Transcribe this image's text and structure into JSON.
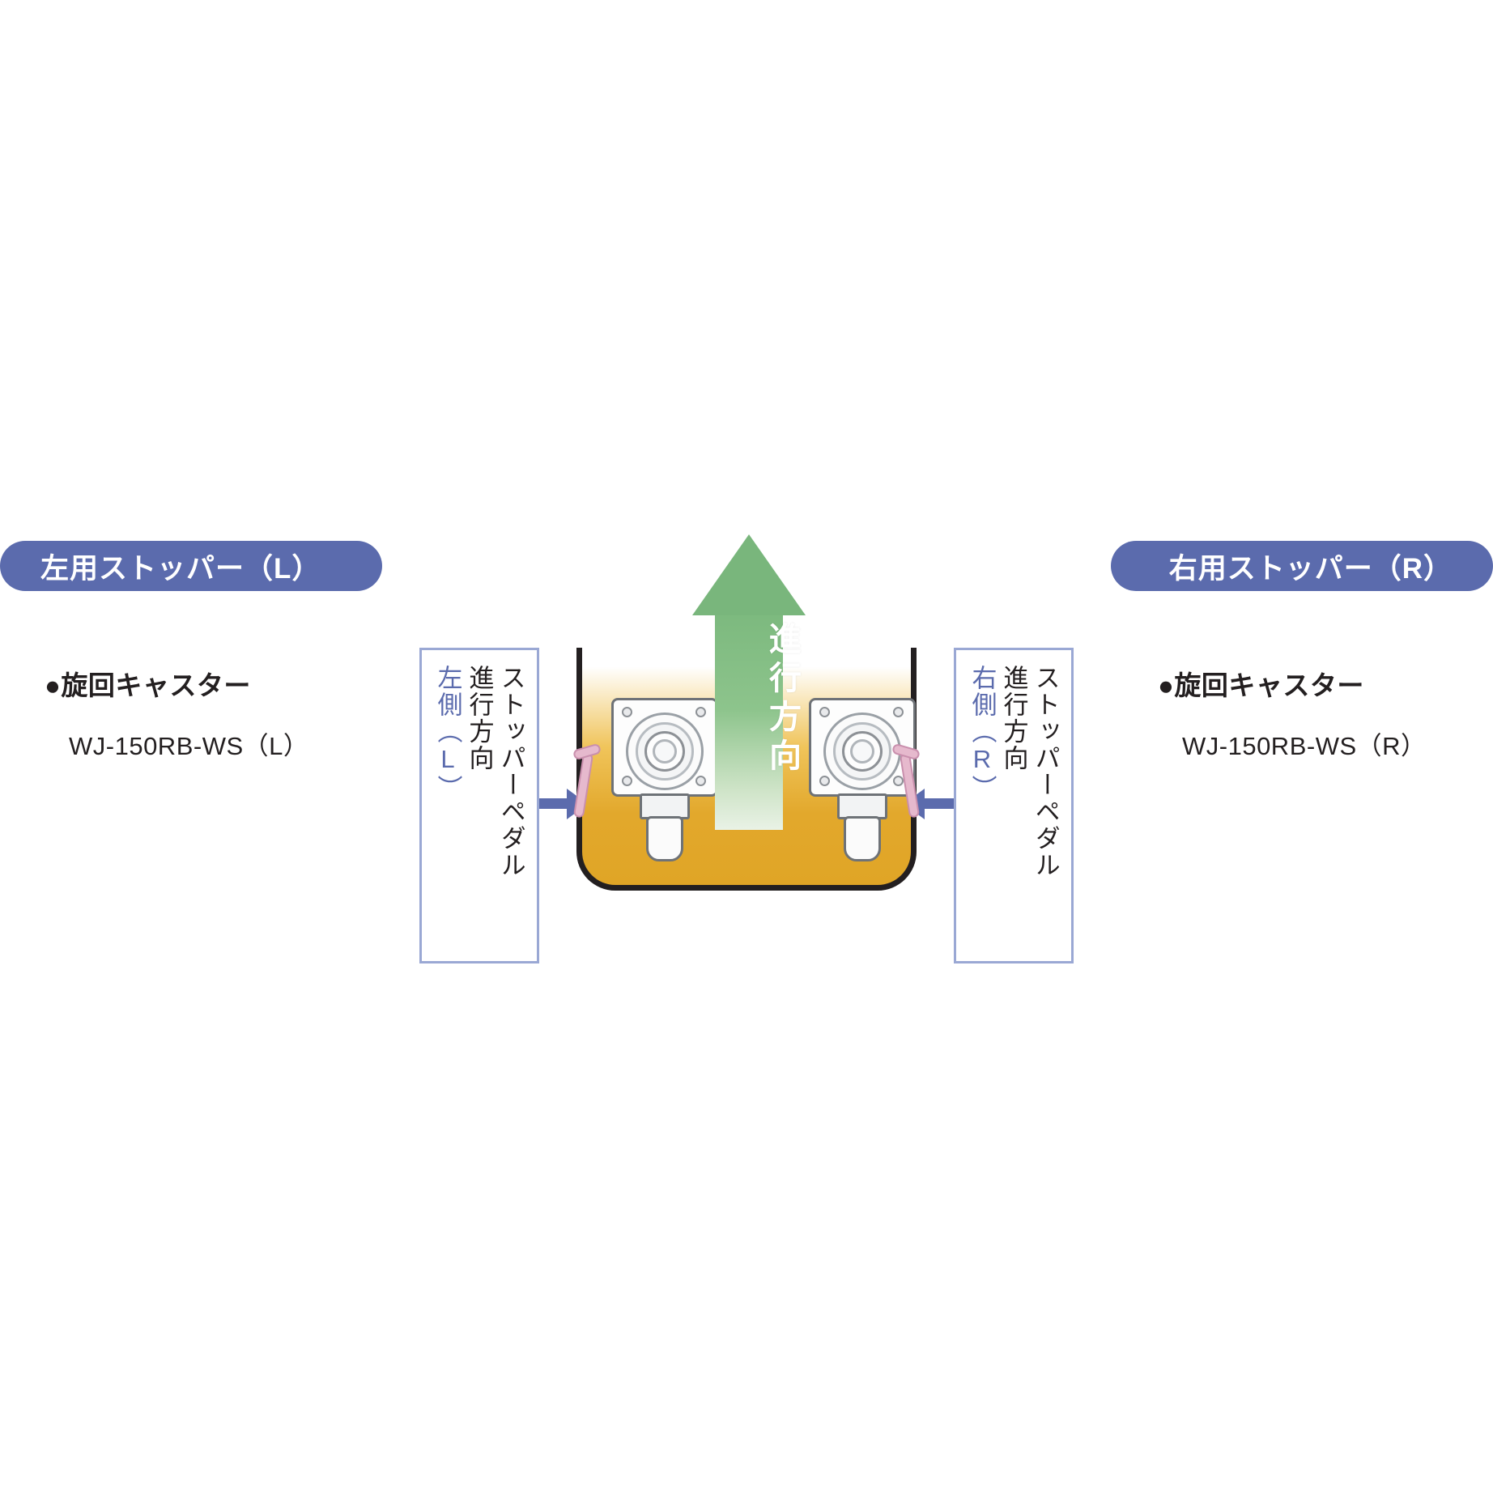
{
  "headers": {
    "left_pill": "左用ストッパー（L）",
    "right_pill": "右用ストッパー（R）"
  },
  "caster_left": {
    "title": "●旋回キャスター",
    "model": "WJ-150RB-WS（L）"
  },
  "caster_right": {
    "title": "●旋回キャスター",
    "model": "WJ-150RB-WS（R）"
  },
  "callout_left": {
    "line1": "ストッパーペダル",
    "line2": "進行方向",
    "line3": "左側（L）"
  },
  "callout_right": {
    "line1": "ストッパーペダル",
    "line2": "進行方向",
    "line3": "右側（R）"
  },
  "direction_arrow": {
    "label": "進行方向"
  },
  "colors": {
    "pill_bg": "#5b6bad",
    "callout_border": "#9aa8d4",
    "accent_text": "#5b6bad",
    "arrow_green": "#79b67c",
    "cart_body": "#e0a526",
    "pedal_pink": "#e6b9cd",
    "text": "#231f20"
  }
}
